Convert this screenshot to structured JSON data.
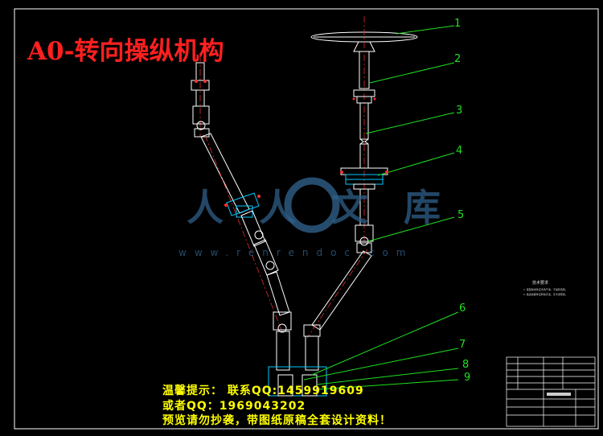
{
  "drawing": {
    "title": "A0-转向操纵机构",
    "callouts": [
      "1",
      "2",
      "3",
      "4",
      "5",
      "6",
      "7",
      "8",
      "9"
    ]
  },
  "watermark": {
    "brand": "人人文库",
    "url": "www.renrendoc.com"
  },
  "notice": {
    "line1": "温馨提示：  联系QQ:1459919609",
    "line2": "或者QQ：1969043202",
    "line3": "预览请勿抄袭，带图纸原稿全套设计资料！"
  },
  "tech_notes": {
    "title": "技术要求",
    "lines": [
      "1. 装配前零件应清洗干净，不得有毛刺。",
      "2. 各运动部件应转动灵活，无卡滞现象。"
    ]
  },
  "colors": {
    "background": "#000000",
    "border": "#ffffff",
    "title_red": "#ff2020",
    "callout_green": "#20e020",
    "notice_yellow": "#ffff00",
    "centerline_red": "#ff3030",
    "watermark_blue": "#2f5f88",
    "hatch_cyan": "#00c8ff"
  }
}
